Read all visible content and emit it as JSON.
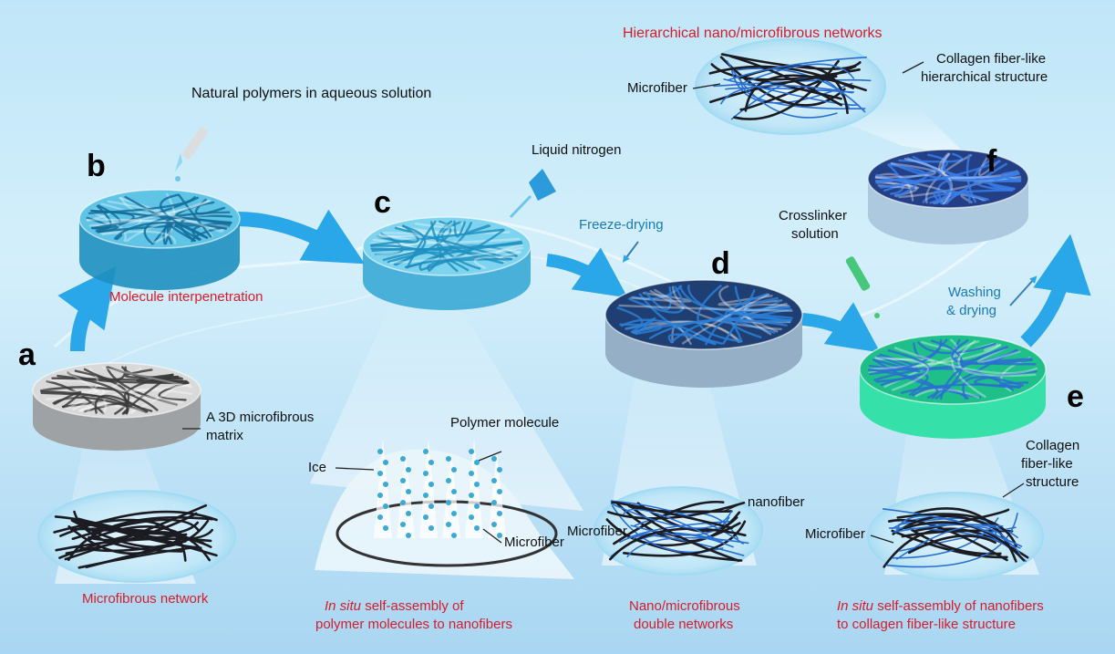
{
  "panels": {
    "a": {
      "letter": "a",
      "label": "A 3D microfibrous",
      "label2": "matrix",
      "caption": "Microfibrous network",
      "colors": {
        "top": "#d9d9d9",
        "side": "#9a9a9a",
        "fiber": "#3a3a3a"
      }
    },
    "b": {
      "letter": "b",
      "top_label": "Natural polymers in aqueous solution",
      "caption": "Molecule interpenetration",
      "colors": {
        "top": "#5fc4e6",
        "side": "#1e8fbf",
        "fiber": "#136d9a"
      }
    },
    "c": {
      "letter": "c",
      "top_label": "Liquid nitrogen",
      "zoom_ice": "Ice",
      "zoom_polymer": "Polymer molecule",
      "zoom_microfiber": "Microfiber",
      "caption_italic": "In situ",
      "caption_rest": " self-assembly of",
      "caption2": "polymer molecules to nanofibers",
      "colors": {
        "top": "#7ed4ee",
        "side": "#3aa9d6",
        "fiber": "#1e8fbf"
      }
    },
    "d": {
      "letter": "d",
      "process": "Freeze-drying",
      "zoom_microfiber": "Microfiber",
      "zoom_nanofiber": "nanofiber",
      "caption": "Nano/microfibrous",
      "caption2": "double networks",
      "colors": {
        "top": "#1f3f73",
        "side": "#8fa8c0",
        "fiber": "#2a7fd6"
      }
    },
    "e": {
      "letter": "e",
      "top_label": "Crosslinker",
      "top_label2": "solution",
      "zoom_microfiber": "Microfiber",
      "zoom_collagen": "Collagen",
      "zoom_collagen2": "fiber-like",
      "zoom_collagen3": "structure",
      "caption_italic": "In situ",
      "caption_rest": " self-assembly of nanofibers",
      "caption2": "to collagen fiber-like structure",
      "colors": {
        "top": "#1fbf8a",
        "side": "#26e0a0",
        "fiber": "#2a6fd0"
      }
    },
    "f": {
      "letter": "f",
      "process": "Washing",
      "process2": "& drying",
      "colors": {
        "top": "#233f86",
        "side": "#a8c4dc",
        "fiber": "#3a7de6"
      }
    }
  },
  "top_zoom": {
    "title": "Hierarchical nano/microfibrous networks",
    "microfiber": "Microfiber",
    "collagen": "Collagen fiber-like",
    "collagen2": "hierarchical structure"
  },
  "colors": {
    "arrow": "#29a7e8",
    "red_text": "#d81b2a",
    "blue_text": "#1a7ab8"
  }
}
